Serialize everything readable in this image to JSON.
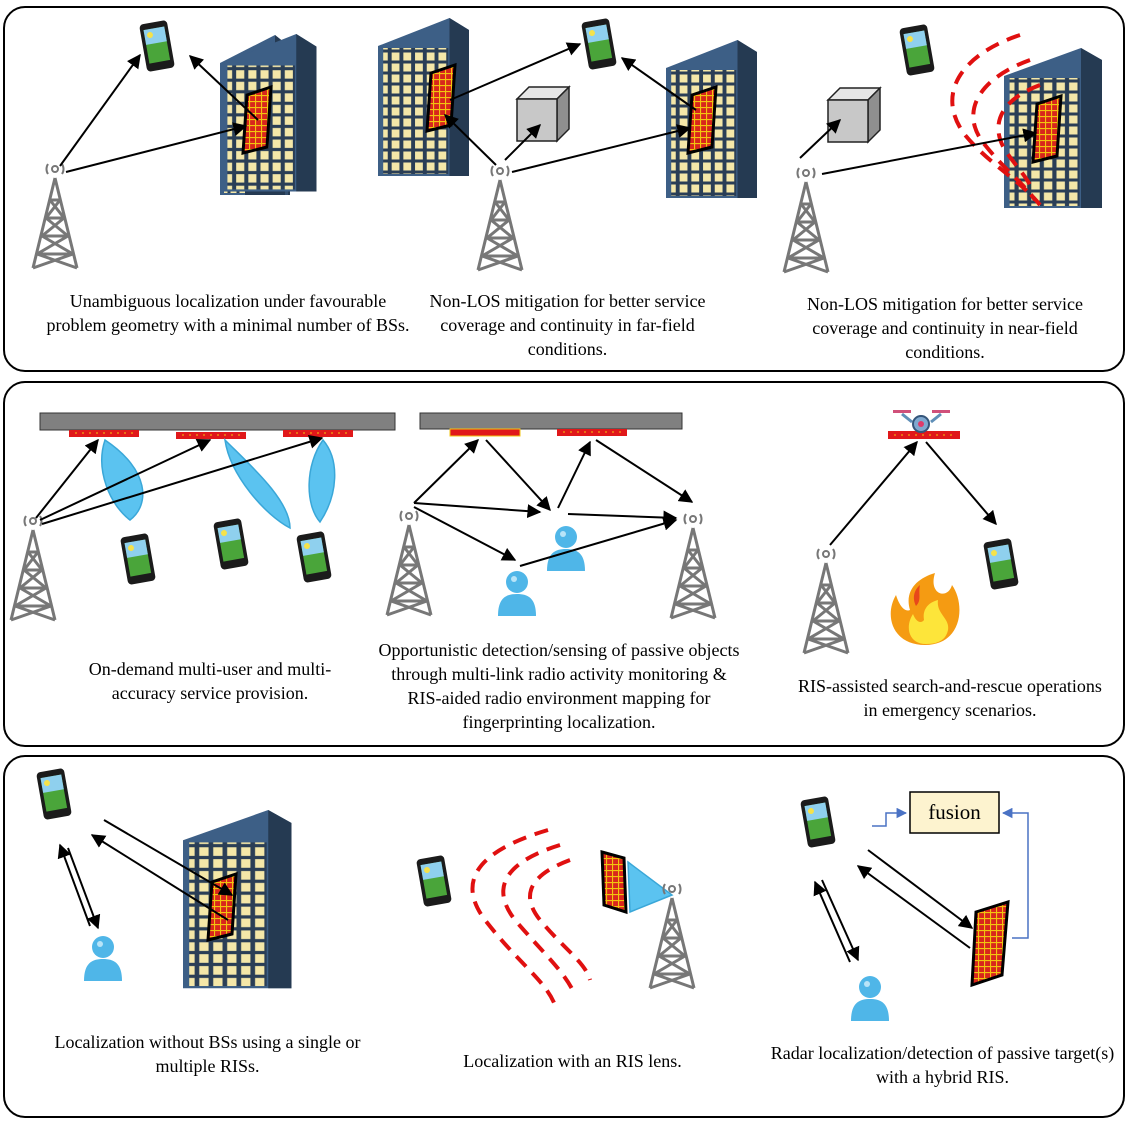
{
  "panel_top": {
    "captions": [
      "Unambiguous localization under favourable problem geometry with a minimal number of BSs.",
      "Non-LOS mitigation for better service coverage and continuity in far-field conditions.",
      "Non-LOS mitigation for better service coverage and continuity in near-field conditions."
    ]
  },
  "panel_middle": {
    "captions": [
      "On-demand multi-user and multi-accuracy service provision.",
      "Opportunistic detection/sensing of passive objects through multi-link radio activity monitoring & RIS-aided radio environment mapping for fingerprinting localization.",
      "RIS-assisted search-and-rescue operations in emergency scenarios."
    ]
  },
  "panel_bottom": {
    "captions": [
      "Localization without BSs using a single or multiple RISs.",
      "Localization with an RIS lens.",
      "Radar localization/detection of passive target(s) with a hybrid RIS."
    ],
    "fusion_label": "fusion"
  },
  "colors": {
    "ris_face": "#d8261c",
    "ris_grid": "#f2c40f",
    "beam": "#5bc3f0",
    "wave": "#e01010",
    "building": "#3d5f86",
    "window": "#f4e7a8",
    "phone_screen": "#4aa53a",
    "fusion_box": "#fdf3cf",
    "fusion_arrow": "#4a72c4"
  },
  "icons": [
    "tower-icon",
    "phone-icon",
    "building-icon",
    "ris-panel-icon",
    "person-icon",
    "box-obstacle-icon",
    "drone-icon",
    "fire-icon",
    "lens-icon"
  ]
}
